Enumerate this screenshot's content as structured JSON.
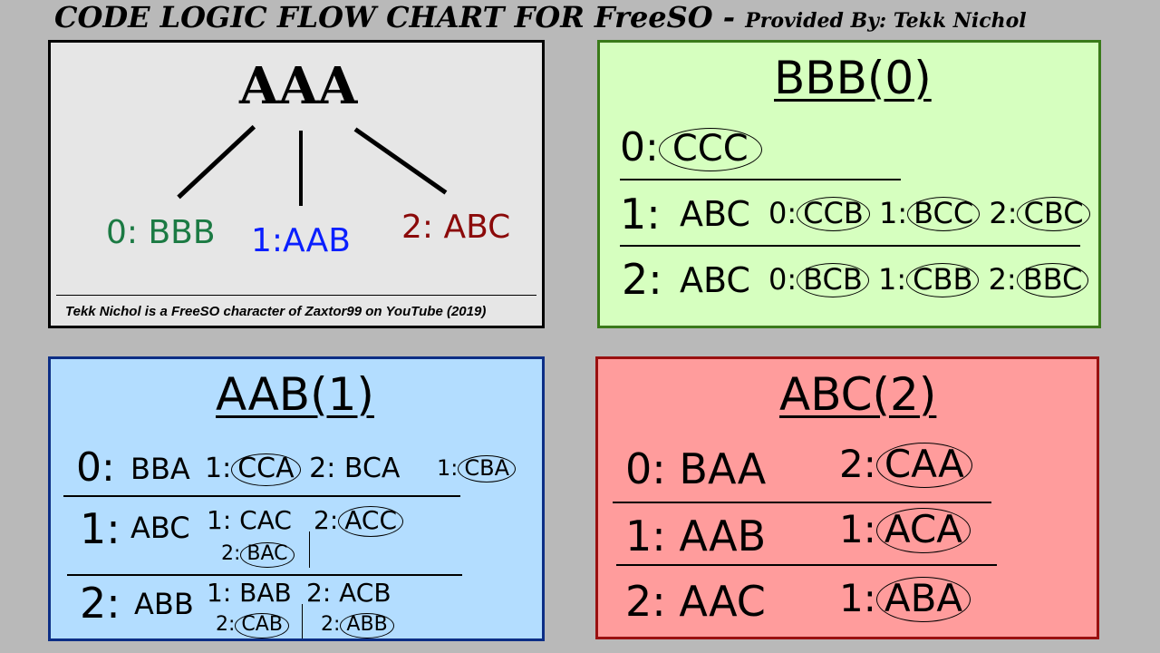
{
  "title": {
    "main": "CODE LOGIC FLOW CHART FOR FreeSO -",
    "sub": "Provided By: Tekk Nichol"
  },
  "colors": {
    "green": "#1b7a43",
    "blue": "#0a1fff",
    "red": "#8b0a0a"
  },
  "aaa": {
    "root": "AAA",
    "b0": "0: BBB",
    "b1": "1:AAB",
    "b2": "2: ABC",
    "credit": "Tekk Nichol is a FreeSO character of Zaxtor99 on YouTube (2019)"
  },
  "bbb": {
    "heading": "BBB(0)",
    "r0": {
      "key": "0:",
      "c0": "CCC"
    },
    "r1": {
      "key": "1:",
      "val": "ABC",
      "c0k": "0:",
      "c0": "CCB",
      "c1k": "1:",
      "c1": "BCC",
      "c2k": "2:",
      "c2": "CBC"
    },
    "r2": {
      "key": "2:",
      "val": "ABC",
      "c0k": "0:",
      "c0": "BCB",
      "c1k": "1:",
      "c1": "CBB",
      "c2k": "2:",
      "c2": "BBC"
    }
  },
  "aab": {
    "heading": "AAB(1)",
    "r0": {
      "key": "0:",
      "val": "BBA",
      "c1k": "1:",
      "c1": "CCA",
      "t2": "2: BCA",
      "c3k": "1:",
      "c3": "CBA"
    },
    "r1": {
      "key": "1:",
      "val": "ABC",
      "t1": "1: CAC",
      "c2k": "2:",
      "c2": "ACC",
      "c3k": "2:",
      "c3": "BAC"
    },
    "r2": {
      "key": "2:",
      "val": "ABB",
      "t1": "1: BAB",
      "t2": "2: ACB",
      "c3k": "2:",
      "c3": "CAB",
      "c4k": "2:",
      "c4": "ABB"
    }
  },
  "abc": {
    "heading": "ABC(2)",
    "r0": {
      "label": "0: BAA",
      "ck": "2:",
      "c": "CAA"
    },
    "r1": {
      "label": "1: AAB",
      "ck": "1:",
      "c": "ACA"
    },
    "r2": {
      "label": "2: AAC",
      "ck": "1:",
      "c": "ABA"
    }
  }
}
